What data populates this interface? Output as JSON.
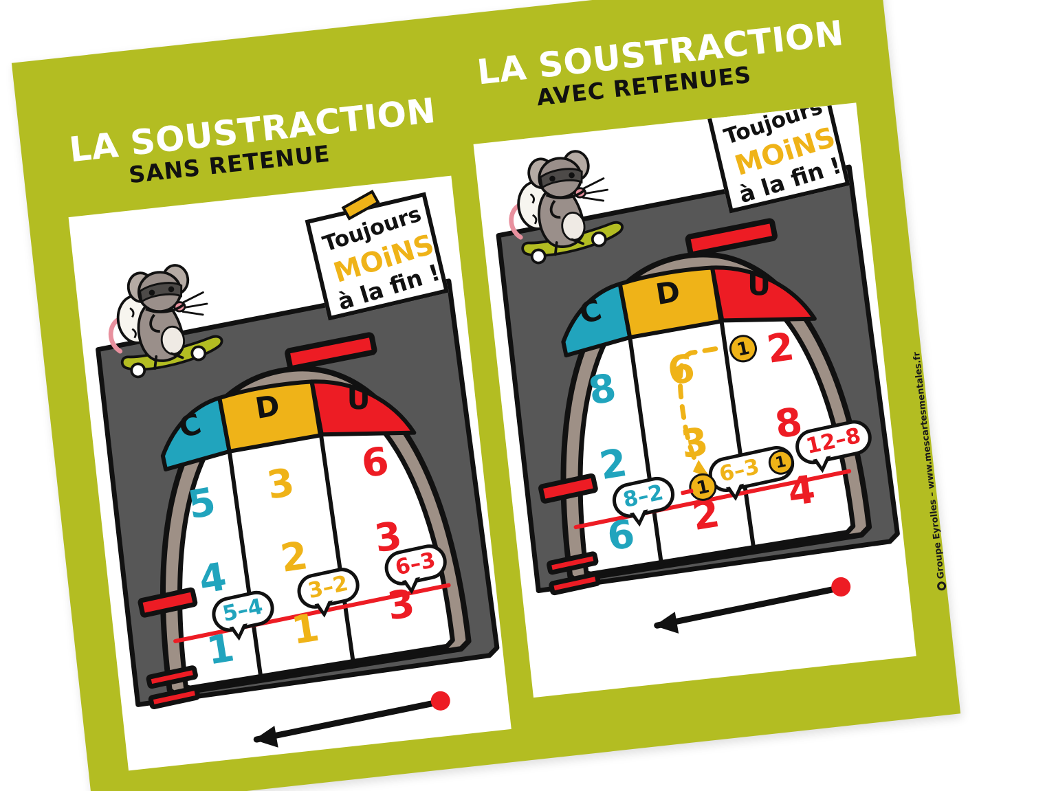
{
  "poster": {
    "background_color": "#b3bd22",
    "credit": "Groupe Eyrolles – www.mescartesmentales.fr",
    "credit_mark": "copyright-icon"
  },
  "cards": [
    {
      "id": "sans-retenue",
      "title_main": "LA SOUSTRACTION",
      "title_sub": "SANS RETENUE",
      "sign": {
        "line1": "Toujours",
        "line2": "MOiNS",
        "line3": "à la fin !"
      },
      "columns": [
        {
          "key": "c",
          "header": "C",
          "color": "#21a4bd",
          "header_bg": "#21a4bd"
        },
        {
          "key": "d",
          "header": "D",
          "color": "#efb318",
          "header_bg": "#efb318"
        },
        {
          "key": "u",
          "header": "U",
          "color": "#ed1c24",
          "header_bg": "#ed1c24"
        }
      ],
      "rows": {
        "minuend": {
          "c": "5",
          "d": "3",
          "u": "6"
        },
        "subtrahend": {
          "c": "4",
          "d": "2",
          "u": "3"
        },
        "result": {
          "c": "1",
          "d": "1",
          "u": "3"
        }
      },
      "result_colors": {
        "c": "#21a4bd",
        "d": "#efb318",
        "u": "#ed1c24"
      },
      "bubbles": [
        {
          "text": "5–4",
          "color_key": "c"
        },
        {
          "text": "3–2",
          "color_key": "d"
        },
        {
          "text": "6–3",
          "color_key": "u"
        }
      ],
      "carries": [],
      "arrow": {
        "direction": "left",
        "dot_color": "#ed1c24"
      },
      "mouse": {
        "label": "mouse-on-skateboard"
      }
    },
    {
      "id": "avec-retenues",
      "title_main": "LA SOUSTRACTION",
      "title_sub": "AVEC RETENUES",
      "sign": {
        "line1": "Toujours",
        "line2": "MOiNS",
        "line3": "à la fin !"
      },
      "columns": [
        {
          "key": "c",
          "header": "C",
          "color": "#21a4bd",
          "header_bg": "#21a4bd"
        },
        {
          "key": "d",
          "header": "D",
          "color": "#efb318",
          "header_bg": "#efb318"
        },
        {
          "key": "u",
          "header": "U",
          "color": "#ed1c24",
          "header_bg": "#ed1c24"
        }
      ],
      "rows": {
        "minuend": {
          "c": "8",
          "d": "6",
          "u": "2"
        },
        "subtrahend": {
          "c": "2",
          "d": "3",
          "u": "8"
        },
        "result": {
          "c": "6",
          "d": "2",
          "u": "4"
        }
      },
      "result_colors": {
        "c": "#21a4bd",
        "d": "#ed1c24",
        "u": "#ed1c24"
      },
      "bubbles": [
        {
          "text": "8–2",
          "color_key": "c"
        },
        {
          "text": "6–3",
          "color_key": "d",
          "carry_suffix": "1"
        },
        {
          "text": "12–8",
          "color_key": "u"
        }
      ],
      "carries": [
        {
          "value": "1",
          "position": "units-top",
          "sign": "plus"
        },
        {
          "value": "1",
          "position": "tens-bottom",
          "sign": "minus"
        }
      ],
      "carry_arrow": {
        "style": "dashed",
        "color": "#efb318",
        "from": "units",
        "to": "tens"
      },
      "arrow": {
        "direction": "left",
        "dot_color": "#ed1c24"
      },
      "mouse": {
        "label": "mouse-on-skateboard"
      }
    }
  ],
  "palette": {
    "green": "#b3bd22",
    "cyan": "#21a4bd",
    "yellow": "#efb318",
    "red": "#ed1c24",
    "tunnel_dark": "#575757",
    "tunnel_arch": "#9e9086",
    "black": "#111111"
  }
}
